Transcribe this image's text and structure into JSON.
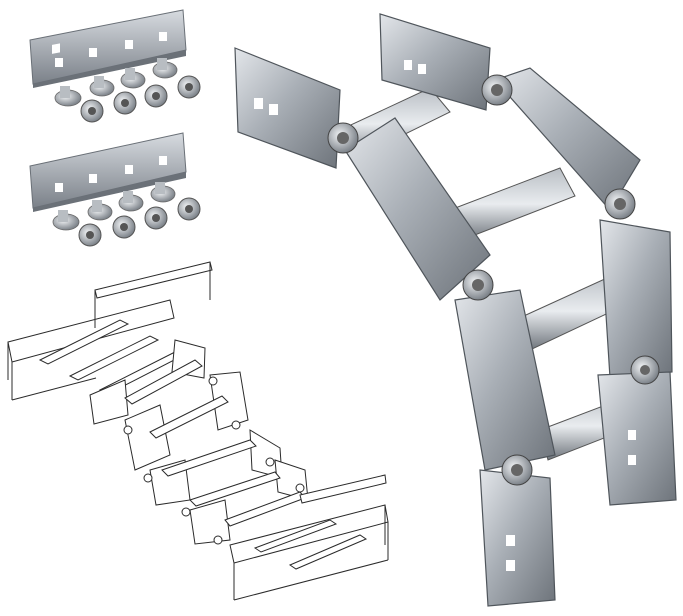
{
  "scene": {
    "background": "#ffffff",
    "components": [
      {
        "name": "splice-plate",
        "count": 2
      },
      {
        "name": "carriage-bolt",
        "count": 8
      },
      {
        "name": "flange-nut",
        "count": 8
      },
      {
        "name": "adjustable-elbow-connector",
        "count": 1
      },
      {
        "name": "cable-ladder-line-drawing",
        "count": 1
      }
    ],
    "colors": {
      "steel_light": "#c9cdd2",
      "steel_mid": "#9aa0a7",
      "steel_dark": "#5f656c",
      "slot": "#ffffff",
      "line_art": "#2b2b2b"
    }
  }
}
